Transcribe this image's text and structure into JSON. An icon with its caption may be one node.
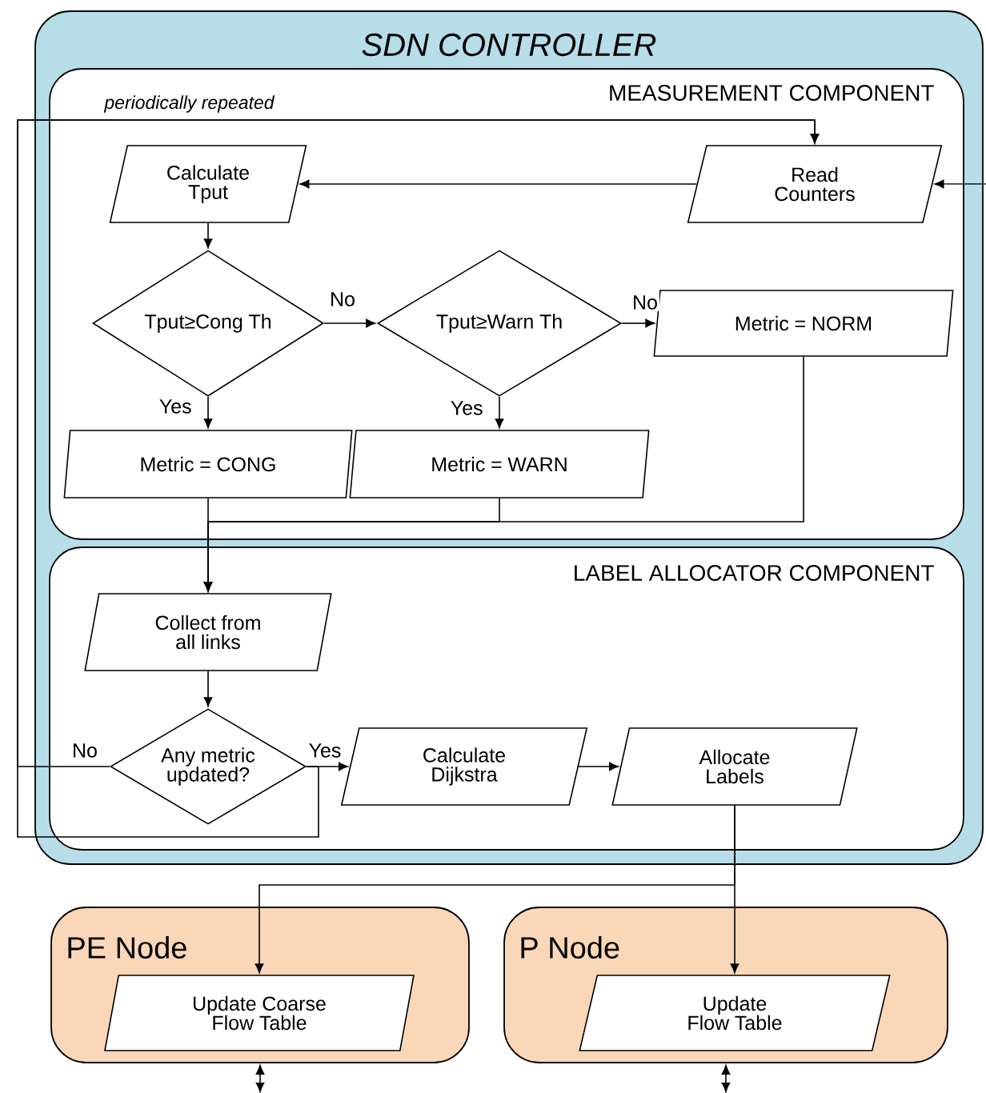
{
  "diagram": {
    "nodes": [
      {
        "text": [
          "SDN CONTROLLER"
        ]
      },
      {
        "text": [
          "MEASUREMENT COMPONENT"
        ],
        "in": 0
      },
      {
        "text": [
          "Calculate Tput"
        ],
        "in": 1
      },
      {
        "text": [
          "Read Counters"
        ],
        "in": 1
      },
      {
        "text": [
          "Tput≥Cong Th"
        ],
        "in": 1
      },
      {
        "text": [
          "Tput≥Warn Th"
        ],
        "in": 1
      },
      {
        "text": [
          "Metric = NORM"
        ],
        "in": 1
      },
      {
        "text": [
          "Metric = CONG"
        ],
        "in": 1
      },
      {
        "text": [
          "Metric = WARN"
        ],
        "in": 1
      },
      {
        "text": [
          "LABEL ALLOCATOR COMPONENT"
        ],
        "in": 0
      },
      {
        "text": [
          "Collect from all links"
        ],
        "in": 9
      },
      {
        "text": [
          "Any metric updated?"
        ],
        "in": 9
      },
      {
        "text": [
          "Calculate Dijkstra"
        ],
        "in": 9
      },
      {
        "text": [
          "Allocate Labels"
        ],
        "in": 9
      },
      {
        "text": [
          "PE Node"
        ]
      },
      {
        "text": [
          "Update Coarse Flow Table"
        ],
        "in": 14
      },
      {
        "text": [
          "P Node"
        ]
      },
      {
        "text": [
          "Update Flow Table"
        ],
        "in": 16
      }
    ],
    "edges": [
      {
        "from": null,
        "to": 3,
        "arrow": "to"
      },
      {
        "from": 3,
        "to": 2,
        "arrow": "to"
      },
      {
        "from": 2,
        "to": 4,
        "arrow": "to"
      },
      {
        "from": 4,
        "to": 5,
        "arrow": "to",
        "label": "No"
      },
      {
        "from": 5,
        "to": 6,
        "arrow": "to",
        "label": "No"
      },
      {
        "from": 4,
        "to": 7,
        "arrow": "to",
        "label": "Yes"
      },
      {
        "from": 5,
        "to": 8,
        "arrow": "to",
        "label": "Yes"
      },
      {
        "from": 7,
        "to": 10,
        "arrow": "to"
      },
      {
        "from": 8,
        "to": 10,
        "arrow": "to"
      },
      {
        "from": 6,
        "to": 10,
        "arrow": "to"
      },
      {
        "from": 10,
        "to": 11,
        "arrow": "to"
      },
      {
        "from": 11,
        "to": 12,
        "arrow": "to",
        "label": "Yes"
      },
      {
        "from": 11,
        "to": 3,
        "arrow": "to",
        "label": "No"
      },
      {
        "from": 11,
        "to": 3,
        "arrow": "to"
      },
      {
        "from": 12,
        "to": 13,
        "arrow": "to"
      },
      {
        "from": 13,
        "to": 15,
        "arrow": "to"
      },
      {
        "from": 13,
        "to": 17,
        "arrow": "to"
      },
      {
        "from": 14,
        "to": null,
        "arrow": "both"
      },
      {
        "from": 16,
        "to": null,
        "arrow": "both"
      }
    ],
    "labels": [
      "periodically repeated"
    ]
  }
}
